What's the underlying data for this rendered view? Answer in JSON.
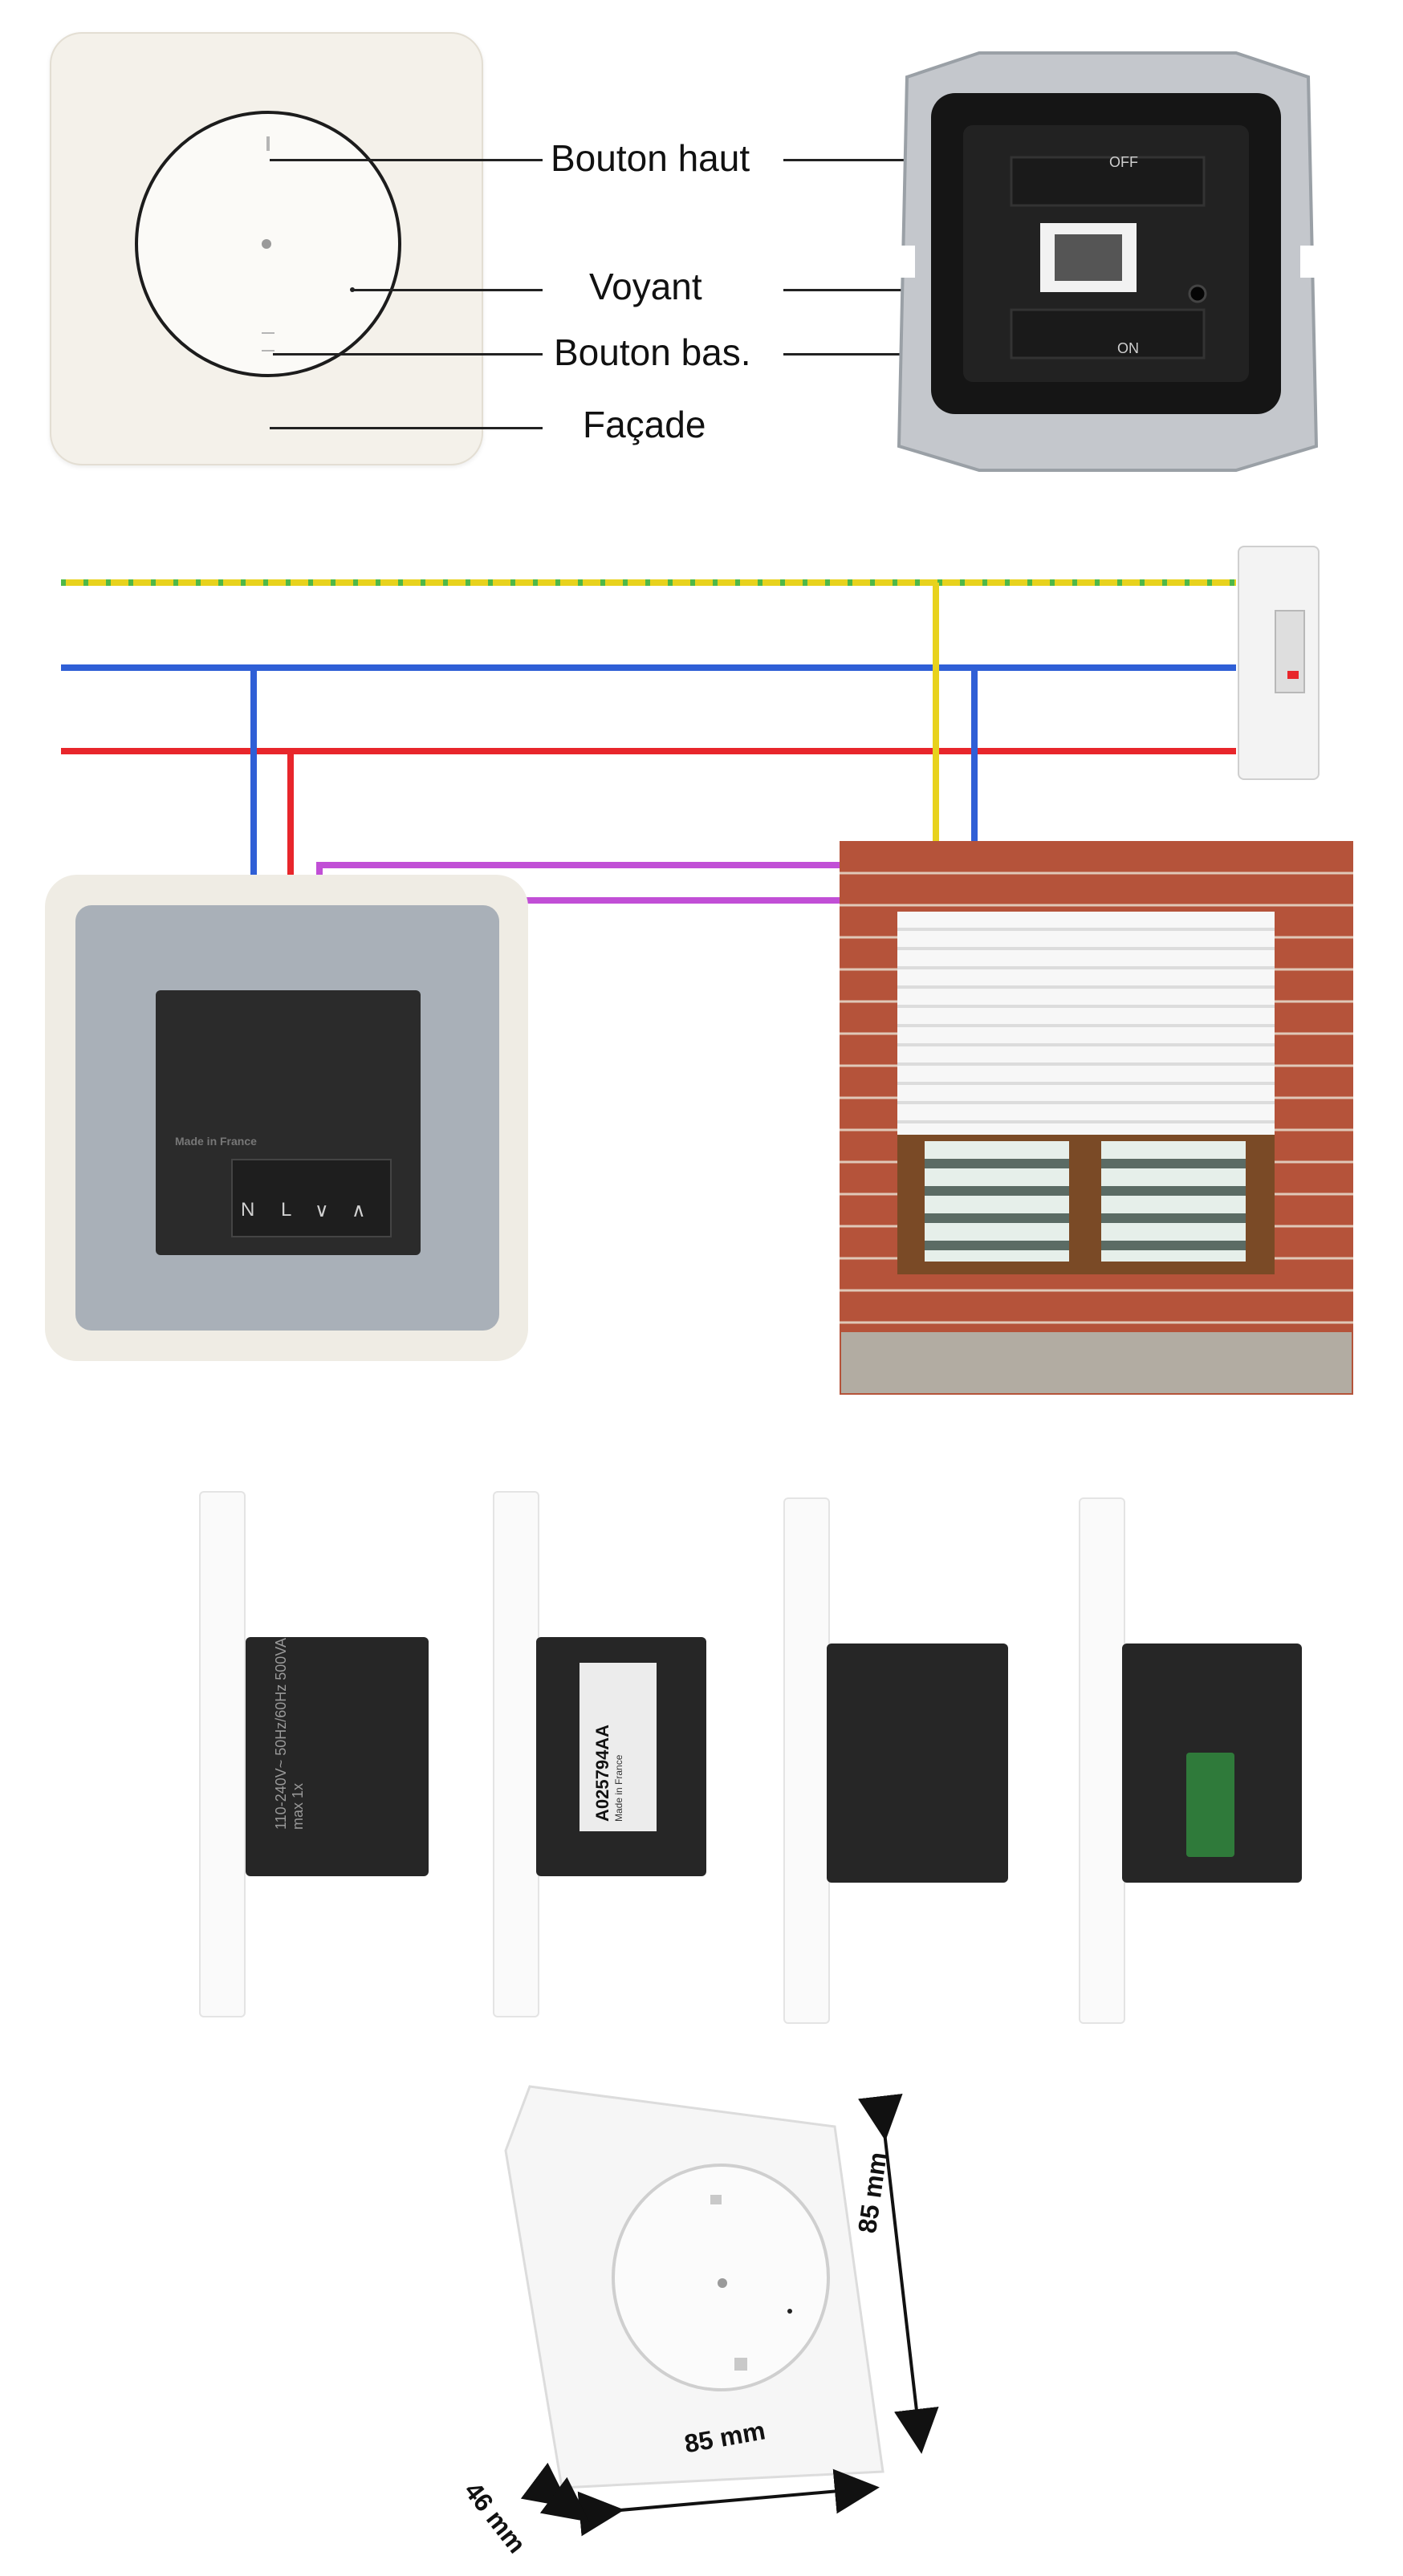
{
  "labels": {
    "top_button": "Bouton haut",
    "indicator": "Voyant",
    "bottom_button": "Bouton bas.",
    "faceplate": "Façade"
  },
  "module_marks": {
    "off": "OFF",
    "on": "ON"
  },
  "terminals": [
    "N",
    "L",
    "∨",
    "∧"
  ],
  "made_in": "Made in France",
  "side_views": {
    "rating_text": "110-240V~ 50Hz/60Hz 500VA max 1x",
    "part_number": "A025794AA",
    "made_in_small": "Made in France"
  },
  "dimensions": {
    "height": "85 mm",
    "width": "85 mm",
    "depth": "46 mm"
  },
  "wire_colors": {
    "earth_yellow": "#e8d21d",
    "earth_green": "#4fb848",
    "neutral": "#2f5fd6",
    "live": "#e8262b",
    "motor": "#c14fd6"
  }
}
